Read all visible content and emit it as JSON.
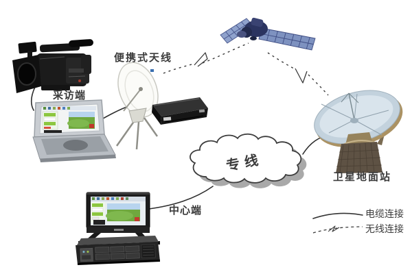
{
  "diagram": {
    "type": "satellite-news-gathering-topology",
    "background": "#ffffff",
    "labels": {
      "interview_end": "采访端",
      "portable_antenna": "便携式天线",
      "dedicated_line": "专线",
      "ground_station": "卫星地面站",
      "center_end": "中心端"
    },
    "nodes": [
      {
        "id": "camera",
        "icon": "video-camera-icon",
        "label": "采访端"
      },
      {
        "id": "laptop",
        "icon": "rugged-laptop-icon",
        "label": ""
      },
      {
        "id": "portable-dish",
        "icon": "portable-satellite-dish-icon",
        "label": "便携式天线"
      },
      {
        "id": "modem",
        "icon": "satellite-modem-icon",
        "label": ""
      },
      {
        "id": "satellite",
        "icon": "satellite-icon",
        "label": ""
      },
      {
        "id": "ground-station",
        "icon": "ground-station-dish-icon",
        "label": "卫星地面站"
      },
      {
        "id": "cloud",
        "icon": "cloud-shape",
        "label": "专线"
      },
      {
        "id": "monitor",
        "icon": "broadcast-monitor-icon",
        "label": "中心端"
      },
      {
        "id": "server",
        "icon": "rack-server-icon",
        "label": ""
      }
    ],
    "connections": [
      {
        "from": "camera",
        "to": "laptop",
        "type": "cable"
      },
      {
        "from": "laptop",
        "to": "portable-dish",
        "type": "cable"
      },
      {
        "from": "portable-dish",
        "to": "satellite",
        "type": "wireless"
      },
      {
        "from": "satellite",
        "to": "ground-station",
        "type": "wireless"
      },
      {
        "from": "cloud",
        "to": "ground-station",
        "type": "cable"
      },
      {
        "from": "cloud",
        "to": "monitor",
        "type": "cable"
      }
    ],
    "legend": [
      {
        "style": "solid",
        "label": "电缆连接"
      },
      {
        "style": "dashed",
        "label": "无线连接"
      }
    ],
    "colors": {
      "line": "#333333",
      "text": "#3b3b3b",
      "cloud_shadow": "#a9a9a9",
      "satellite_panel": "#8ba0cc",
      "satellite_body": "#2c3560",
      "ground_dish_face": "#cfdbe4",
      "ground_dish_rim": "#ab9263",
      "ground_pedestal": "#5e5244"
    }
  }
}
